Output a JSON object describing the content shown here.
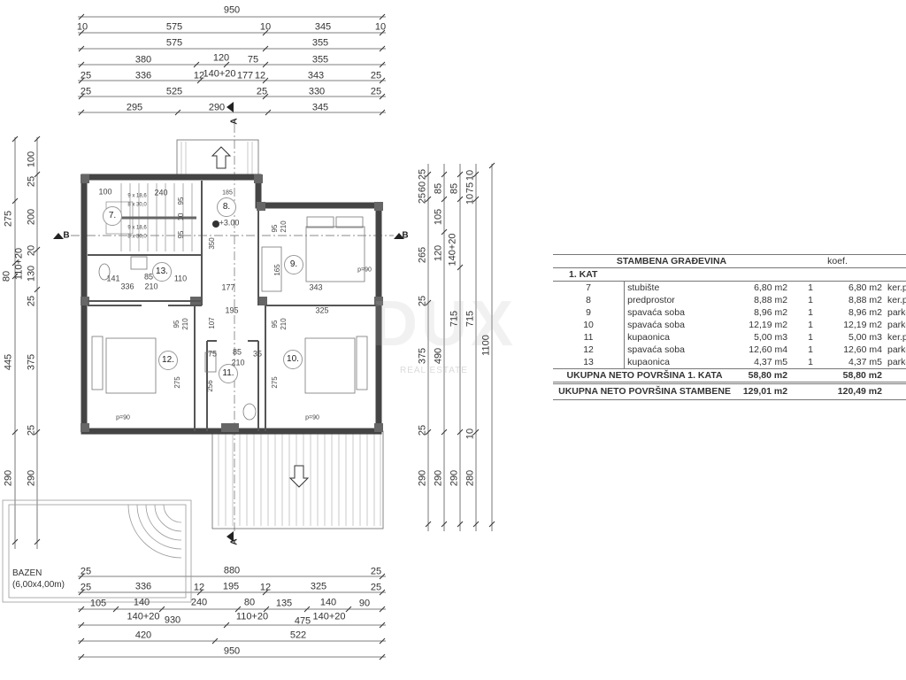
{
  "dimensions": {
    "top": [
      [
        "950"
      ],
      [
        "10",
        "575",
        "10",
        "345",
        "10"
      ],
      [
        "575",
        "355"
      ],
      [
        "380",
        "120",
        "75",
        "355"
      ],
      [
        "25",
        "336",
        "12",
        "140+20",
        "177",
        "12",
        "343",
        "25"
      ],
      [
        "25",
        "525",
        "25",
        "330",
        "25"
      ],
      [
        "295",
        "290",
        "345"
      ]
    ],
    "bottom": [
      [
        "25",
        "880",
        "25"
      ],
      [
        "25",
        "336",
        "12",
        "195",
        "12",
        "325",
        "25"
      ],
      [
        "105",
        "140",
        "240",
        "80",
        "135",
        "140",
        "90"
      ],
      [
        "140+20",
        "110+20",
        "140+20",
        "930",
        "475"
      ],
      [
        "420",
        "522"
      ],
      [
        "950"
      ]
    ],
    "left_outer": [
      "275",
      "80",
      "445",
      "290"
    ],
    "left_inner": [
      "100",
      "25",
      "200",
      "20",
      "110+20",
      "130",
      "25",
      "375",
      "25",
      "290"
    ],
    "right": [
      [
        "25",
        "60",
        "25",
        "265",
        "25",
        "375",
        "25",
        "290"
      ],
      [
        "85",
        "105",
        "120",
        "490",
        "290"
      ],
      [
        "85",
        "140+20",
        "715",
        "290"
      ],
      [
        "10",
        "75",
        "10",
        "715",
        "10",
        "280"
      ],
      [
        "1100"
      ]
    ]
  },
  "interior_dims": [
    "100",
    "240",
    "185",
    "95",
    "10",
    "95",
    "350",
    "95",
    "210",
    "165",
    "343",
    "141",
    "85",
    "110",
    "336",
    "210",
    "177",
    "195",
    "325",
    "107",
    "95",
    "210",
    "75",
    "85",
    "35",
    "210",
    "256",
    "275",
    "275",
    "95",
    "210",
    "p=90",
    "p=90",
    "p=90",
    "9 x 18,6",
    "8 x 30,0",
    "9 x 18,6",
    "8 x 30,0"
  ],
  "rooms": [
    "7.",
    "8.",
    "9.",
    "10.",
    "11.",
    "12.",
    "13."
  ],
  "elevation": "+3.00",
  "sections": {
    "a": "A",
    "b": "B"
  },
  "pool": {
    "name": "BAZEN",
    "size": "(6,00x4,00m)"
  },
  "watermark": {
    "logo": "DUX",
    "sub": "REAL ESTATE"
  },
  "table": {
    "title": "STAMBENA GRAĐEVINA",
    "koef_header": "koef.",
    "section": "1. KAT",
    "rows": [
      {
        "no": "7",
        "name": "stubište",
        "area": "6,80 m2",
        "koef": "1",
        "net": "6,80 m2",
        "floor": "ker.pl"
      },
      {
        "no": "8",
        "name": "predprostor",
        "area": "8,88 m2",
        "koef": "1",
        "net": "8,88 m2",
        "floor": "ker.pl"
      },
      {
        "no": "9",
        "name": "spavaća soba",
        "area": "8,96 m2",
        "koef": "1",
        "net": "8,96 m2",
        "floor": "parke"
      },
      {
        "no": "10",
        "name": "spavaća soba",
        "area": "12,19 m2",
        "koef": "1",
        "net": "12,19 m2",
        "floor": "parke"
      },
      {
        "no": "11",
        "name": "kupaonica",
        "area": "5,00 m3",
        "koef": "1",
        "net": "5,00 m3",
        "floor": "ker.pl"
      },
      {
        "no": "12",
        "name": "spavaća soba",
        "area": "12,60 m4",
        "koef": "1",
        "net": "12,60 m4",
        "floor": "parke"
      },
      {
        "no": "13",
        "name": "kupaonica",
        "area": "4,37 m5",
        "koef": "1",
        "net": "4,37 m5",
        "floor": "parke"
      }
    ],
    "total_floor": {
      "label": "UKUPNA NETO POVRŠINA 1. KATA",
      "area": "58,80 m2",
      "net": "58,80 m2"
    },
    "total_building": {
      "label": "UKUPNA NETO POVRŠINA STAMBENE",
      "area": "129,01 m2",
      "net": "120,49 m2"
    }
  }
}
